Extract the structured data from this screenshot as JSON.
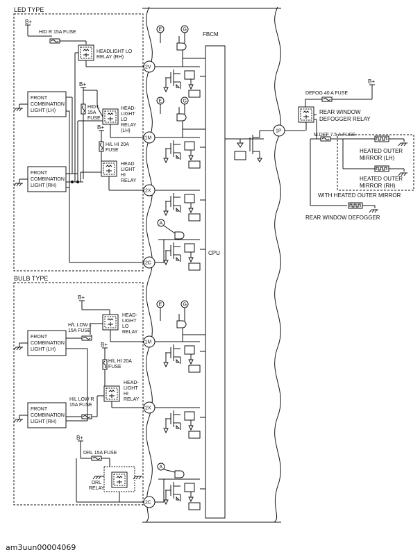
{
  "sections": {
    "led_type": "LED TYPE",
    "bulb_type": "BULB TYPE"
  },
  "module": {
    "name": "FBCM",
    "cpu": "CPU"
  },
  "terminals": [
    "2V",
    "1M",
    "2X",
    "2C",
    "1M",
    "2X",
    "2C",
    "1P"
  ],
  "markers": {
    "e": "E",
    "g": "G",
    "a": "A"
  },
  "power": "B+",
  "led": {
    "hid_r_fuse": "HID R 15A FUSE",
    "headlight_lo_relay_rh": [
      "HEADLIGHT LO",
      "RELAY (RH)"
    ],
    "fcl_lh": [
      "FRONT",
      "COMBINATION",
      "LIGHT (LH)"
    ],
    "fcl_rh": [
      "FRONT",
      "COMBINATION",
      "LIGHT (RH)"
    ],
    "hid_l_fuse": [
      "HID L",
      "15A",
      "FUSE"
    ],
    "headlight_lo_relay_lh": [
      "HEAD-",
      "LIGHT",
      "LO",
      "RELAY",
      "(LH)"
    ],
    "hl_hi_fuse": [
      "H/L HI 20A",
      "FUSE"
    ],
    "headlight_hi_relay": [
      "HEAD",
      "LIGHT",
      "HI",
      "RELAY"
    ]
  },
  "bulb": {
    "headlight_lo_relay": [
      "HEAD-",
      "LIGHT",
      "LO",
      "RELAY"
    ],
    "fcl_lh": [
      "FRONT",
      "COMBINATION",
      "LIGHT (LH)"
    ],
    "hl_low_l_fuse": [
      "H/L LOW L",
      "15A FUSE"
    ],
    "hl_hi_fuse": [
      "H/L HI 20A",
      "FUSE"
    ],
    "headlight_hi_relay": [
      "HEAD-",
      "LIGHT",
      "HI",
      "RELAY"
    ],
    "hl_low_r_fuse": [
      "H/L LOW R",
      "15A FUSE"
    ],
    "fcl_rh": [
      "FRONT",
      "COMBINATION",
      "LIGHT (RH)"
    ],
    "drl_fuse": "DRL 15A FUSE",
    "drl_relay": [
      "DRL",
      "RELAY"
    ]
  },
  "right": {
    "defog_fuse": "DEFOG 40 A FUSE",
    "rear_window_defogger_relay": [
      "REAR WINDOW",
      "DEFOGGER RELAY"
    ],
    "mdef_fuse": "M.DEF 7.5 A FUSE",
    "heated_mirror_lh": [
      "HEATED OUTER",
      "MIRROR (LH)"
    ],
    "heated_mirror_rh": [
      "HEATED OUTER",
      "MIRROR (RH)"
    ],
    "with_heated_mirror": "WITH HEATED OUTER MIRROR",
    "rear_window_defogger": "REAR WINDOW DEFOGGER"
  },
  "caption": "am3uun00004069"
}
